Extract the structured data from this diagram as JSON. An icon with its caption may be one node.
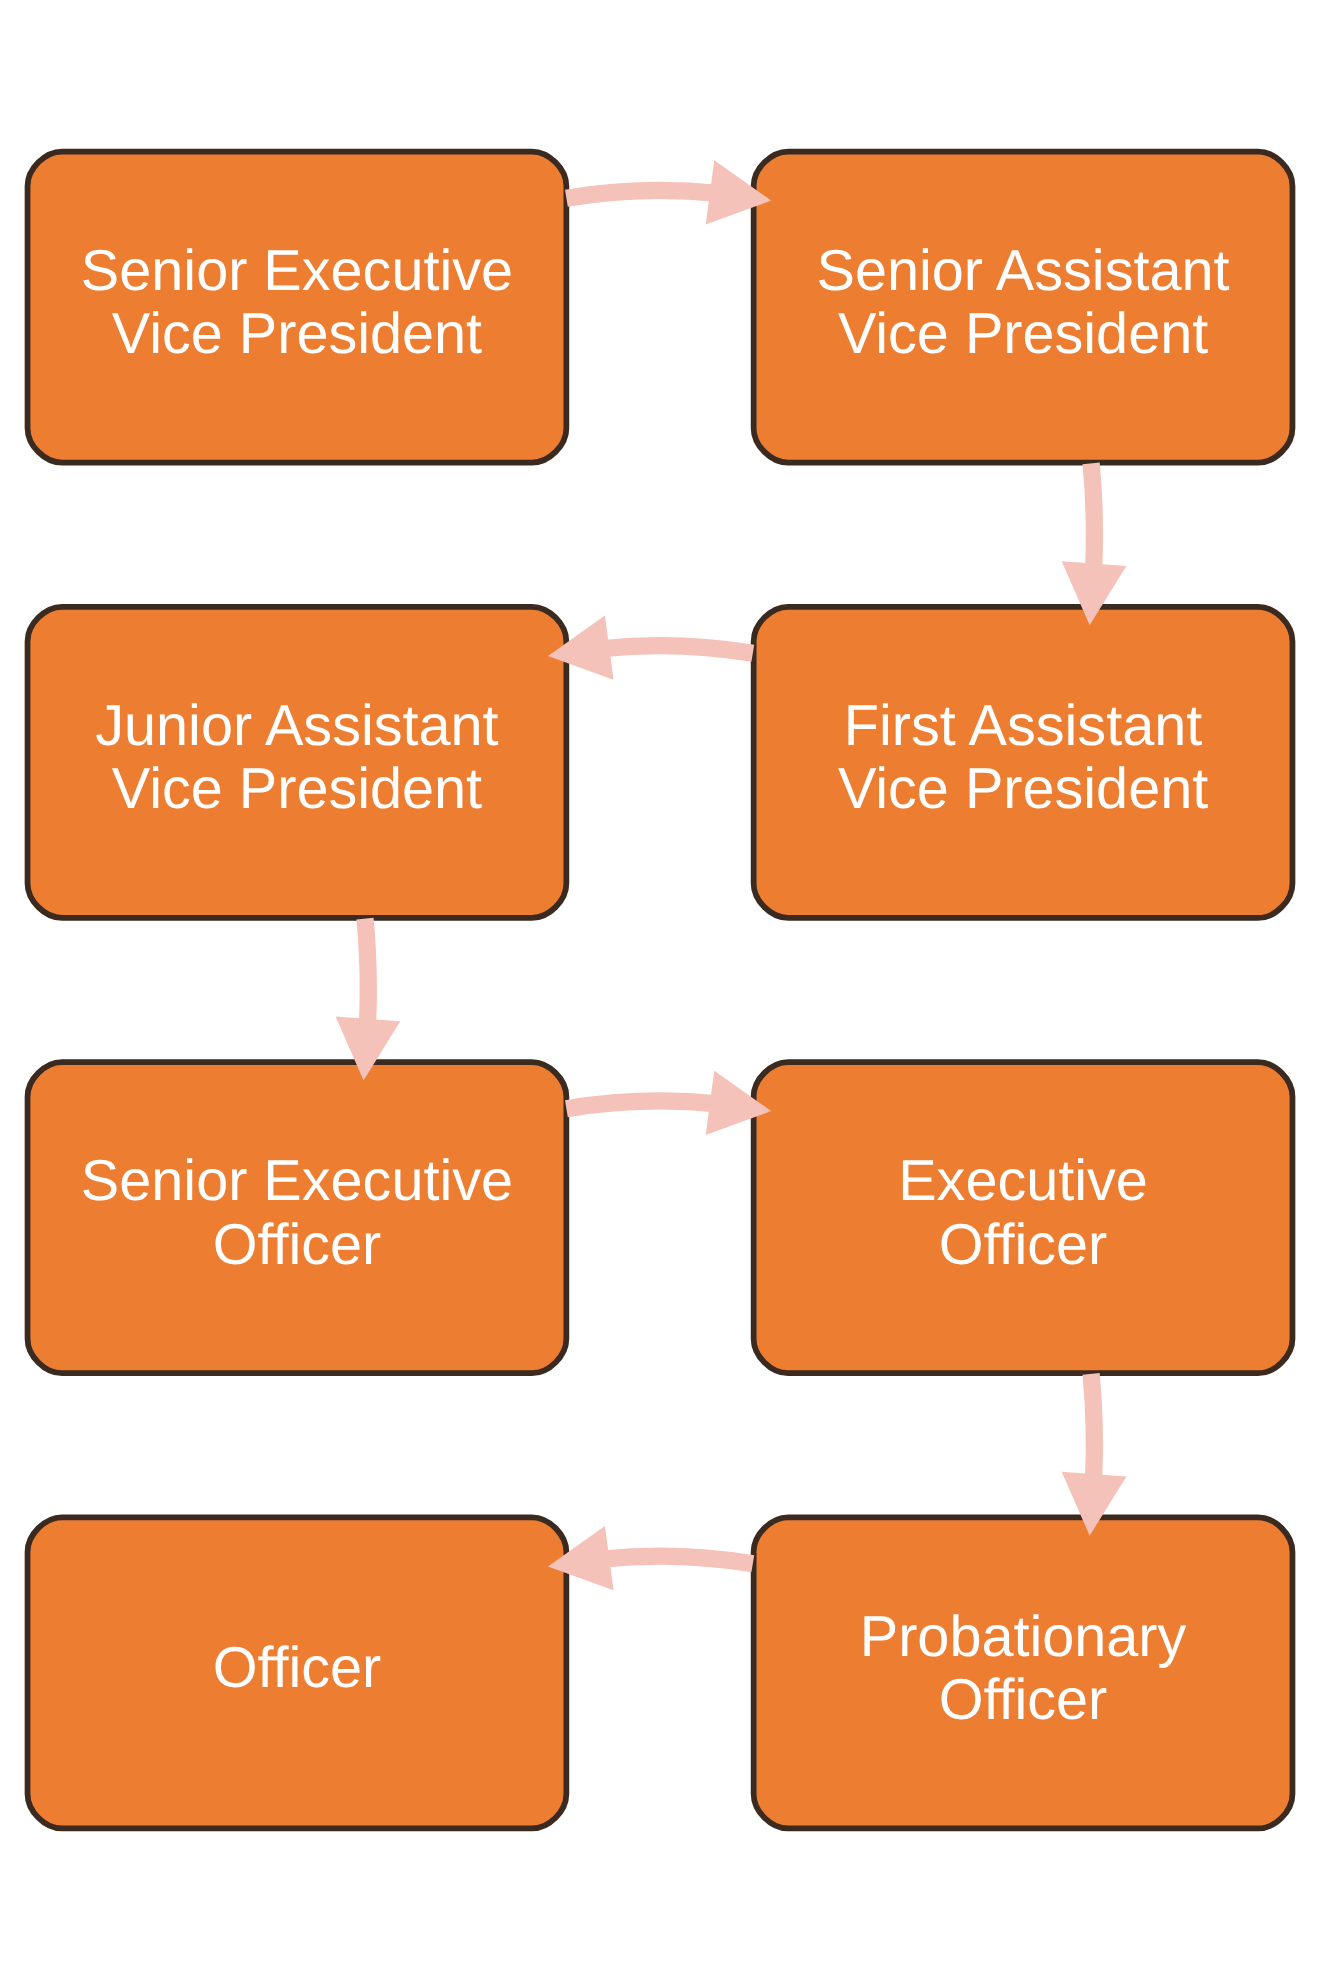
{
  "diagram": {
    "nodes": [
      {
        "text": [
          "Senior Executive Vice President"
        ]
      },
      {
        "text": [
          "Senior Assistant Vice President"
        ]
      },
      {
        "text": [
          "Junior Assistant Vice President"
        ]
      },
      {
        "text": [
          "First Assistant Vice President"
        ]
      },
      {
        "text": [
          "Senior Executive Officer"
        ]
      },
      {
        "text": [
          "Executive Officer"
        ]
      },
      {
        "text": [
          "Officer"
        ]
      },
      {
        "text": [
          "Probationary Officer"
        ]
      }
    ],
    "edges": [
      {
        "from": 0,
        "to": 1,
        "arrow": "to"
      },
      {
        "from": 1,
        "to": 3,
        "arrow": "to"
      },
      {
        "from": 3,
        "to": 2,
        "arrow": "to"
      },
      {
        "from": 2,
        "to": 4,
        "arrow": "to"
      },
      {
        "from": 4,
        "to": 5,
        "arrow": "to"
      },
      {
        "from": 5,
        "to": 7,
        "arrow": "to"
      },
      {
        "from": 7,
        "to": 6,
        "arrow": "to"
      }
    ]
  }
}
